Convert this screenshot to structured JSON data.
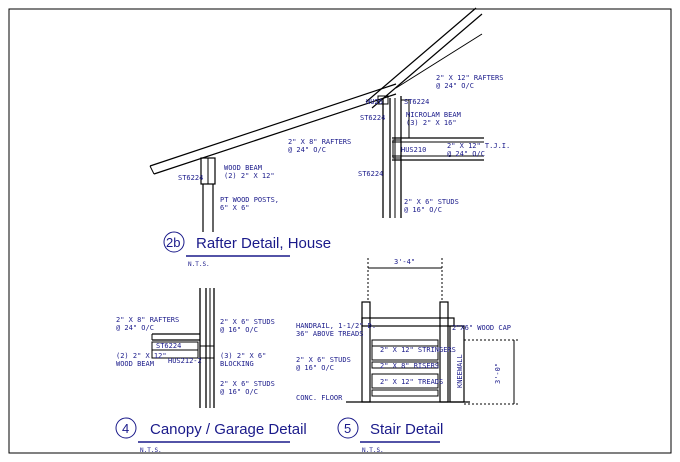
{
  "details": {
    "rafter": {
      "number": "2b",
      "title": "Rafter Detail, House",
      "scale": "N.T.S.",
      "labels": {
        "rafters_top": "2\" X 12\" RAFTERS",
        "rafters_top_spacing": "@ 24\" O/C",
        "hu26": "HU26",
        "st6224_a": "ST6224",
        "microlam": "MICROLAM BEAM",
        "microlam_size": "(3) 2\" X 16\"",
        "st6224_b": "ST6224",
        "rafters_mid": "2\" X 8\" RAFTERS",
        "rafters_mid_spacing": "@ 24\" O/C",
        "hus210": "HUS210",
        "tji": "2\" X 12\" T.J.I.",
        "tji_spacing": "@ 24\" O/C",
        "wood_beam": "WOOD BEAM",
        "wood_beam_size": "(2) 2\" X 12\"",
        "st6224_c": "ST6224",
        "st6224_d": "ST6224",
        "posts": "PT WOOD POSTS,",
        "posts_size": "6\" X 6\"",
        "studs": "2\" X 6\" STUDS",
        "studs_spacing": "@ 16\" O/C"
      }
    },
    "canopy": {
      "number": "4",
      "title": "Canopy / Garage Detail",
      "scale": "N.T.S.",
      "labels": {
        "rafters": "2\" X 8\" RAFTERS",
        "rafters_spacing": "@ 24\" O/C",
        "st6224": "ST6224",
        "wood_beam": "(2) 2\" X 12\"",
        "wood_beam_2": "WOOD BEAM",
        "hus": "HUS212-2",
        "studs_top": "2\" X 6\" STUDS",
        "studs_top_spacing": "@ 16\" O/C",
        "blocking": "(3) 2\" X 6\"",
        "blocking_2": "BLOCKING",
        "studs_bot": "2\" X 6\" STUDS",
        "studs_bot_spacing": "@ 16\" O/C"
      }
    },
    "stair": {
      "number": "5",
      "title": "Stair Detail",
      "scale": "N.T.S.",
      "labels": {
        "width_dim": "3'-4\"",
        "handrail": "HANDRAIL, 1-1/2\" D.",
        "handrail_2": "36\" ABOVE TREADS",
        "stringers": "2\" X 12\" STRINGERS",
        "risers": "2\" X 8\" RISERS",
        "treads": "2\" X 12\" TREADS",
        "studs": "2\" X 6\" STUDS",
        "studs_spacing": "@ 16\" O/C",
        "floor": "CONC. FLOOR",
        "wood_cap": "2\"X6\" WOOD CAP",
        "knee_wall": "KNEEWALL",
        "height_dim": "3'-0\""
      }
    }
  }
}
